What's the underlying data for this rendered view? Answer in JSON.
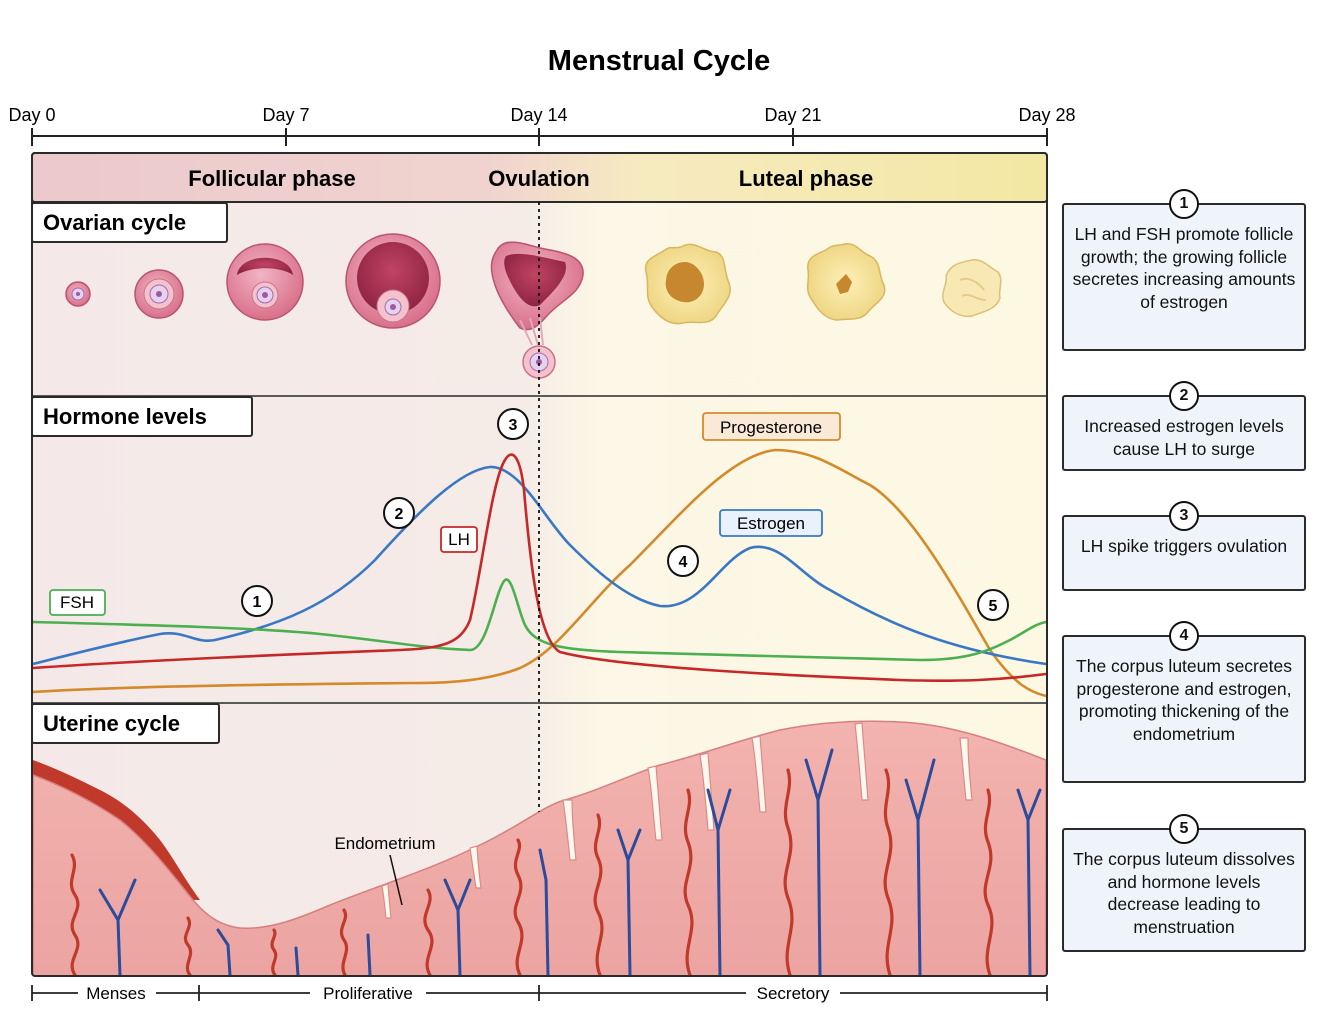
{
  "title": "Menstrual Cycle",
  "day_axis": [
    "Day 0",
    "Day 7",
    "Day 14",
    "Day 21",
    "Day 28"
  ],
  "phases": {
    "follicular": "Follicular phase",
    "ovulation": "Ovulation",
    "luteal": "Luteal phase"
  },
  "sections": {
    "ovarian": "Ovarian cycle",
    "hormone": "Hormone levels",
    "uterine": "Uterine cycle"
  },
  "hormone_labels": {
    "fsh": "FSH",
    "lh": "LH",
    "estrogen": "Estrogen",
    "progesterone": "Progesterone"
  },
  "hormone_colors": {
    "fsh": "#4caf50",
    "lh": "#c62828",
    "estrogen": "#3a78c3",
    "progesterone": "#d48a2a"
  },
  "endometrium_label": "Endometrium",
  "bottom_phases": {
    "menses": "Menses",
    "proliferative": "Proliferative",
    "secretory": "Secretory"
  },
  "markers": [
    "1",
    "2",
    "3",
    "4",
    "5"
  ],
  "notes": [
    {
      "num": "1",
      "text": "LH and FSH promote follicle growth; the growing follicle secretes increasing amounts of estrogen"
    },
    {
      "num": "2",
      "text": "Increased estrogen levels cause LH to surge"
    },
    {
      "num": "3",
      "text": "LH spike triggers ovulation"
    },
    {
      "num": "4",
      "text": "The corpus luteum secretes progesterone and estrogen, promoting thickening of the endometrium"
    },
    {
      "num": "5",
      "text": "The corpus luteum dissolves and hormone levels decrease leading to menstruation"
    }
  ]
}
